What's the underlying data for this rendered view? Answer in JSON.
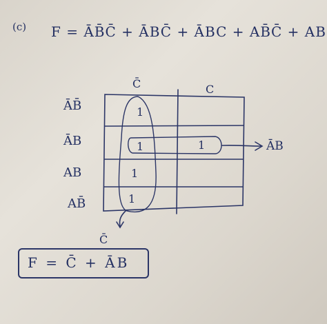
{
  "problem": {
    "part_label": "(c)",
    "equation": "F = ĀB̄C̄ + ĀBC̄ + ĀBC + AB̄C̄ + ABC̄"
  },
  "kmap": {
    "col_labels": [
      "C̄",
      "C"
    ],
    "row_labels": [
      "ĀB̄",
      "ĀB",
      "AB",
      "AB̄"
    ],
    "cells": [
      [
        "1",
        ""
      ],
      [
        "1",
        "1"
      ],
      [
        "1",
        ""
      ],
      [
        "1",
        ""
      ]
    ],
    "pair_term": "ĀB",
    "group_term": "C̄"
  },
  "answer": {
    "text": "F = C̄ + ĀB"
  }
}
